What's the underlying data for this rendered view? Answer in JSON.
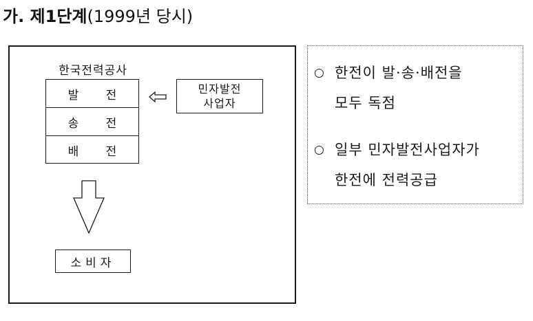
{
  "heading": {
    "label": "가. 제1단계",
    "year_note": "(1999년 당시)"
  },
  "diagram": {
    "company_label": "한국전력공사",
    "company_rows": [
      {
        "left": "발",
        "right": "전"
      },
      {
        "left": "송",
        "right": "전"
      },
      {
        "left": "배",
        "right": "전"
      }
    ],
    "ipp_line1": "민자발전",
    "ipp_line2": "사업자",
    "consumer_label": "소비자"
  },
  "notes": [
    {
      "mark": "○",
      "line1": "한전이 발·송·배전을",
      "line2": "모두 독점"
    },
    {
      "mark": "○",
      "line1": "일부 민자발전사업자가",
      "line2": "한전에 전력공급"
    }
  ]
}
